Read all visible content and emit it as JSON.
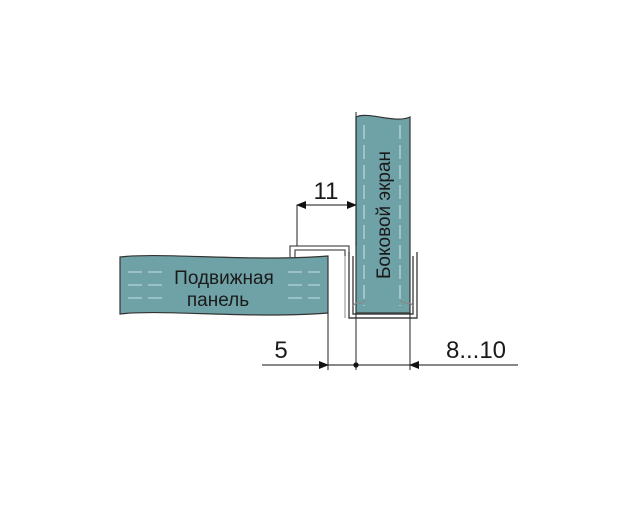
{
  "panel": {
    "line1": "Подвижная",
    "line2": "панель"
  },
  "screen": {
    "label": "Боковой экран"
  },
  "dimensions": {
    "top": "11",
    "left": "5",
    "right": "8...10"
  },
  "colors": {
    "glass": "#6fa2a7",
    "glass_stripe": "#9cc4c8",
    "outline": "#333333"
  }
}
